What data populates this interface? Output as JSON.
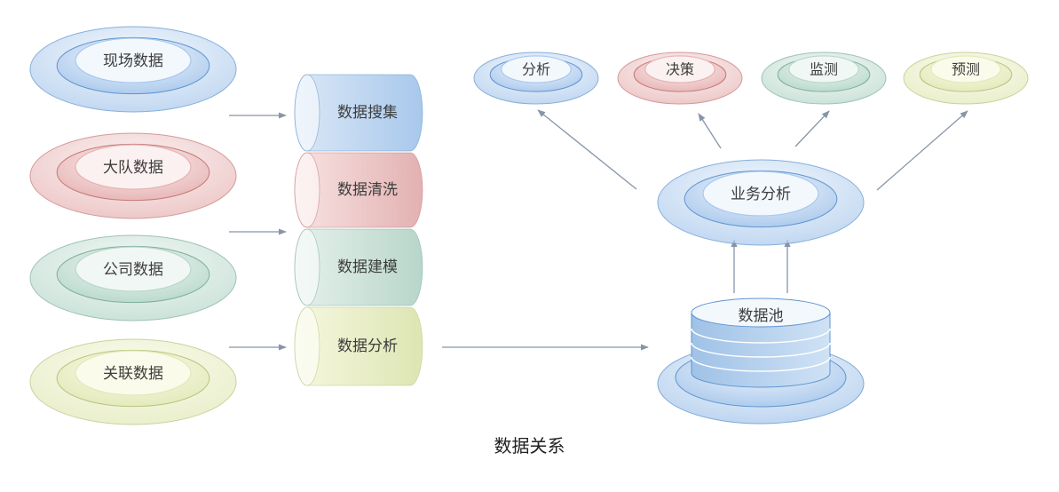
{
  "title": "数据关系",
  "sources": [
    "现场数据",
    "大队数据",
    "公司数据",
    "关联数据"
  ],
  "pipeline": [
    "数据搜集",
    "数据清洗",
    "数据建模",
    "数据分析"
  ],
  "pool": "数据池",
  "business": "业务分析",
  "outputs": [
    "分析",
    "决策",
    "监测",
    "预测"
  ],
  "colors": {
    "blue": [
      "#f3f8fd",
      "#a9c8ec",
      "#5f95cf"
    ],
    "red": [
      "#fbf1f1",
      "#e7b3b3",
      "#c77878"
    ],
    "green": [
      "#f1f7f4",
      "#b7d8cb",
      "#7fae9c"
    ],
    "yellow": [
      "#fafbea",
      "#e2e9b8",
      "#b9c47e"
    ],
    "arrow": "#8795a8"
  }
}
